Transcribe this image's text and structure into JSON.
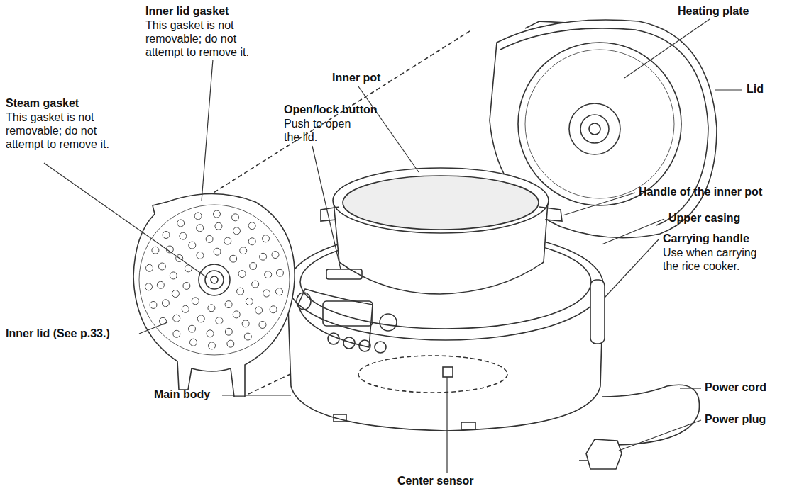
{
  "diagram": {
    "labels": [
      "Inner lid gasket",
      "This gasket is not removable; do not attempt to remove it.",
      "Steam gasket",
      "This gasket is not removable; do not attempt to remove it.",
      "Inner pot",
      "Open/lock button",
      "Push to open the lid.",
      "Heating plate",
      "Lid",
      "Handle of the inner pot",
      "Upper casing",
      "Carrying handle",
      "Use when carrying the rice cooker.",
      "Inner lid (See p.33.)",
      "Main body",
      "Power cord",
      "Power plug",
      "Center sensor"
    ]
  }
}
